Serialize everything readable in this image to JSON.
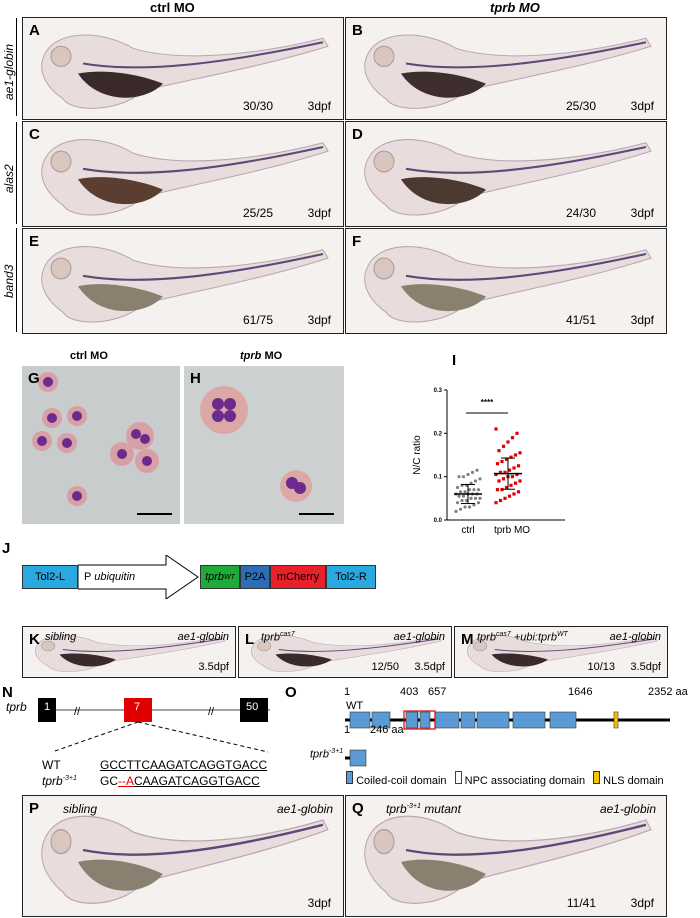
{
  "headers": {
    "ctrl": "ctrl MO",
    "tprb": "tprb MO"
  },
  "row_labels": [
    "ae1-globin",
    "alas2",
    "band3"
  ],
  "panels_AF": [
    {
      "label": "A",
      "count": "30/30",
      "stage": "3dpf"
    },
    {
      "label": "B",
      "count": "25/30",
      "stage": "3dpf"
    },
    {
      "label": "C",
      "count": "25/25",
      "stage": "3dpf"
    },
    {
      "label": "D",
      "count": "24/30",
      "stage": "3dpf"
    },
    {
      "label": "E",
      "count": "61/75",
      "stage": "3dpf"
    },
    {
      "label": "F",
      "count": "41/51",
      "stage": "3dpf"
    }
  ],
  "G": {
    "label": "G",
    "title": "ctrl MO"
  },
  "H": {
    "label": "H",
    "title_italic": "tprb",
    "title_rest": " MO"
  },
  "I": {
    "label": "I"
  },
  "chart_data": {
    "type": "scatter",
    "title": "",
    "ylabel": "N/C ratio",
    "xlabel": "",
    "ylim": [
      0,
      0.3
    ],
    "yticks": [
      "0.0",
      "0.1",
      "0.2",
      "0.3"
    ],
    "categories": [
      "ctrl",
      "tprb MO"
    ],
    "significance": "****",
    "series": [
      {
        "name": "ctrl",
        "color": "#808080",
        "mean": 0.06,
        "sd": 0.022,
        "values": [
          0.02,
          0.025,
          0.03,
          0.03,
          0.035,
          0.04,
          0.04,
          0.045,
          0.045,
          0.05,
          0.05,
          0.05,
          0.055,
          0.055,
          0.06,
          0.06,
          0.06,
          0.06,
          0.065,
          0.065,
          0.07,
          0.07,
          0.07,
          0.075,
          0.08,
          0.08,
          0.085,
          0.09,
          0.095,
          0.1,
          0.1,
          0.105,
          0.11,
          0.115
        ]
      },
      {
        "name": "tprb MO",
        "color": "#e00000",
        "mean": 0.107,
        "sd": 0.036,
        "values": [
          0.04,
          0.045,
          0.05,
          0.055,
          0.06,
          0.065,
          0.07,
          0.07,
          0.075,
          0.08,
          0.085,
          0.09,
          0.09,
          0.095,
          0.1,
          0.1,
          0.105,
          0.105,
          0.11,
          0.11,
          0.115,
          0.12,
          0.125,
          0.13,
          0.135,
          0.14,
          0.145,
          0.15,
          0.155,
          0.16,
          0.17,
          0.18,
          0.19,
          0.2,
          0.21
        ]
      }
    ]
  },
  "J": {
    "label": "J",
    "tol2l": "Tol2-L",
    "promoter": "P ",
    "promoter_italic": "ubiquitin",
    "tprb": "tprb",
    "tprb_sup": "WT",
    "p2a": "P2A",
    "mcherry": "mCherry",
    "tol2r": "Tol2-R",
    "colors": {
      "tol2": "#29a9e0",
      "tprb": "#1faa3a",
      "p2a": "#2e6db3",
      "mcherry": "#e8202a"
    }
  },
  "KLM": [
    {
      "label": "K",
      "genotype": "sibling",
      "probe": "ae1-globin",
      "count": "",
      "stage": "3.5dpf"
    },
    {
      "label": "L",
      "genotype": "tprb",
      "sup": "cas7",
      "probe": "ae1-globin",
      "count": "12/50",
      "stage": "3.5dpf"
    },
    {
      "label": "M",
      "genotype": "tprb",
      "sup": "cas7",
      "extra": " +ubi:tprb",
      "extra_sup": "WT",
      "probe": "ae1-globin",
      "count": "10/13",
      "stage": "3.5dpf"
    }
  ],
  "N": {
    "label": "N",
    "gene": "tprb",
    "exons": [
      "1",
      "7",
      "50"
    ],
    "wt_label": "WT",
    "wt_seq": "GCCTTCAAGATCAGGTGACC",
    "mut_label": "tprb",
    "mut_sup": "-3+1",
    "mut_seq_a": "GC",
    "mut_seq_red": "--A",
    "mut_seq_b": "CAAGATCAGGTGACC"
  },
  "O": {
    "label": "O",
    "wt_label": "WT",
    "mut_label": "tprb",
    "mut_sup": "-3+1",
    "positions": [
      "1",
      "403",
      "657",
      "1646",
      "2352 aa"
    ],
    "mut_positions": [
      "1",
      "246 aa"
    ],
    "legend": [
      "Coiled-coil domain",
      "NPC associating domain",
      "NLS domain"
    ],
    "colors": {
      "coil": "#5b9bd5",
      "npc": "#e00000",
      "nls": "#f5c400"
    }
  },
  "PQ": [
    {
      "label": "P",
      "genotype": "sibling",
      "probe": "ae1-globin",
      "count": "",
      "stage": "3dpf"
    },
    {
      "label": "Q",
      "genotype": "tprb",
      "sup": "-3+1",
      "genotype_rest": " mutant",
      "probe": "ae1-globin",
      "count": "11/41",
      "stage": "3dpf"
    }
  ]
}
